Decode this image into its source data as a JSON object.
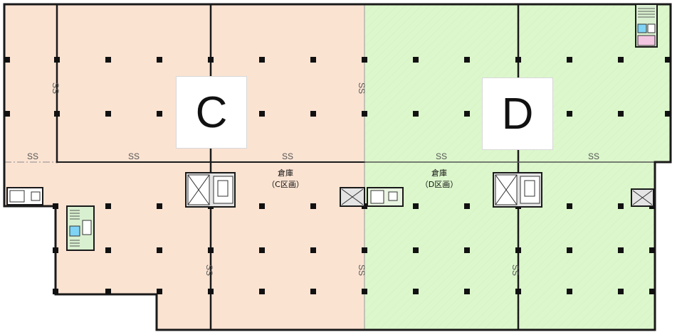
{
  "zones": [
    {
      "id": "C",
      "letter": "C",
      "fill": "#fbe3d2"
    },
    {
      "id": "D",
      "letter": "D",
      "fill": "#dcf7cc"
    }
  ],
  "rooms": [
    {
      "zone": "C",
      "name": "倉庫",
      "area": "（C区画）"
    },
    {
      "zone": "D",
      "name": "倉庫",
      "area": "（D区画）"
    }
  ],
  "ss_mark": "SS",
  "colors": {
    "wall": "#1a1a1a",
    "grid": "#999999",
    "column": "#111111",
    "core_fill": "#e4e4e4",
    "stair_fill": "#d9f0d0",
    "blue": "#7fd3f5",
    "pink": "#f3c6e2"
  }
}
